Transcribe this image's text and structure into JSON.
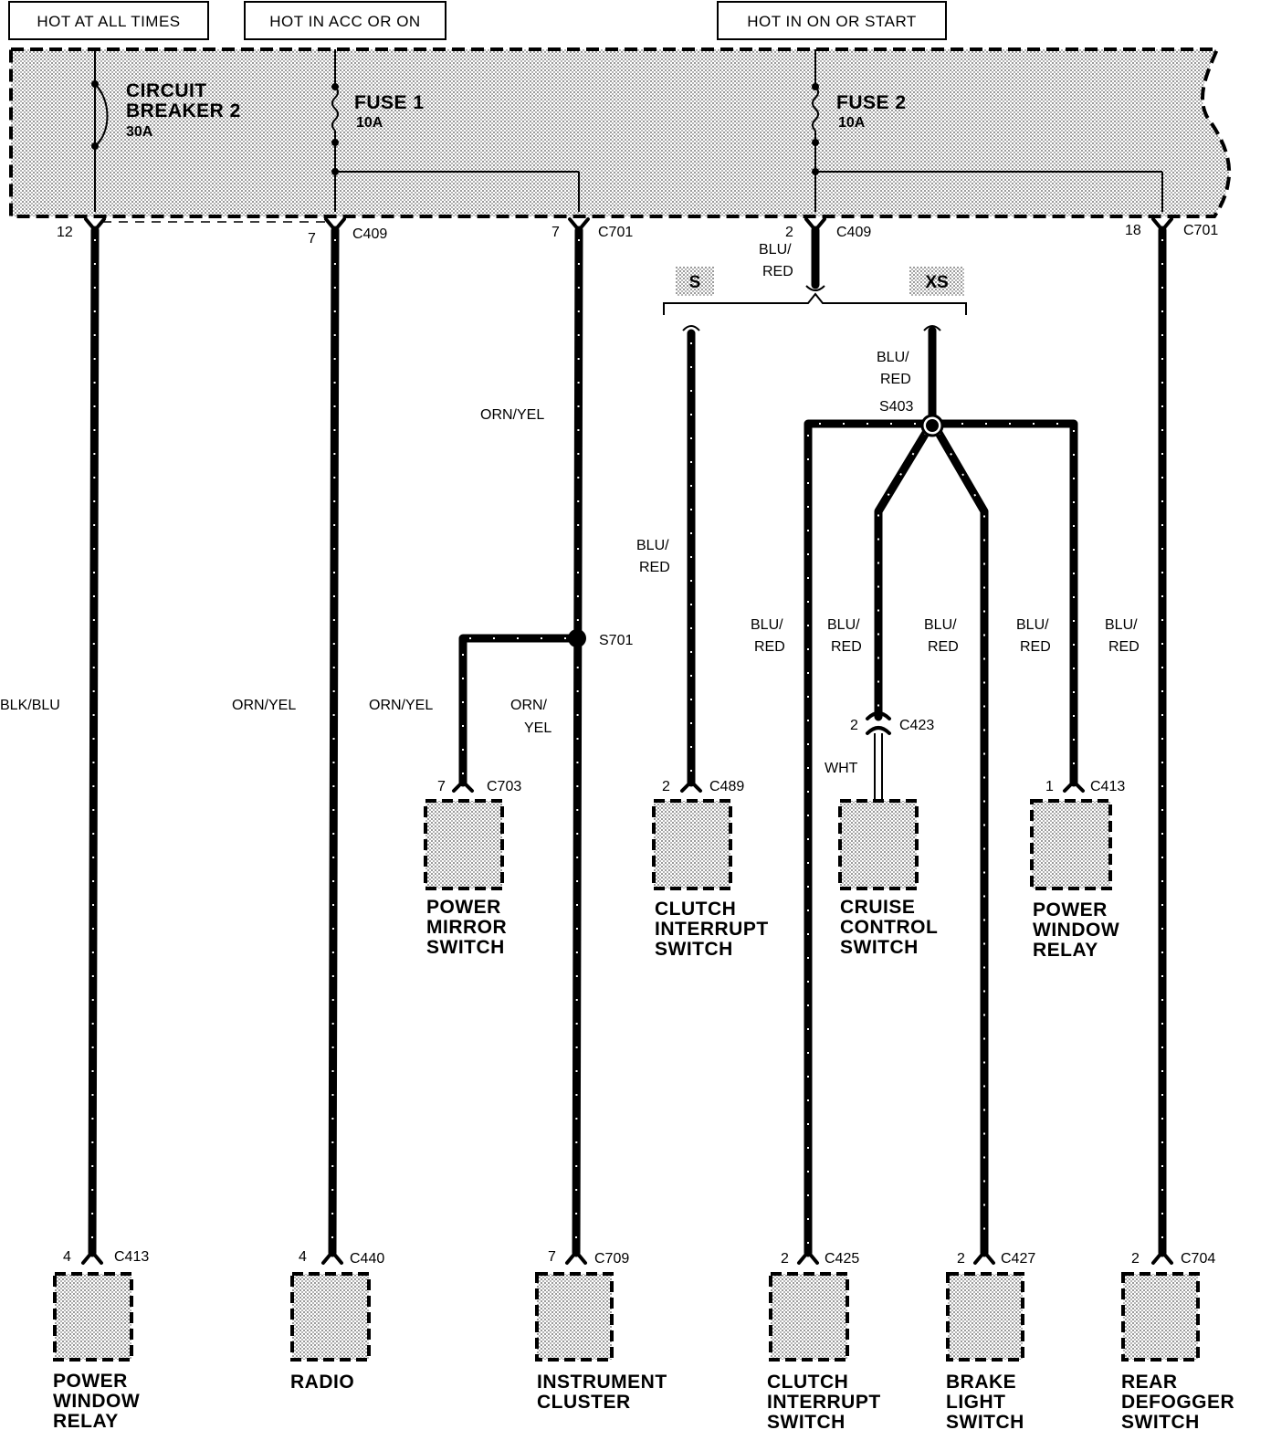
{
  "header": {
    "hot_at_all_times": "HOT AT ALL TIMES",
    "hot_in_acc_or_on": "HOT IN ACC OR ON",
    "hot_in_on_or_start": "HOT IN ON OR START"
  },
  "fuse_box": {
    "circuit_breaker_line1": "CIRCUIT",
    "circuit_breaker_line2": "BREAKER 2",
    "circuit_breaker_rating": "30A",
    "fuse1_label": "FUSE 1",
    "fuse1_rating": "10A",
    "fuse2_label": "FUSE 2",
    "fuse2_rating": "10A"
  },
  "top_connectors": {
    "c1_pin": "12",
    "c2_pin": "7",
    "c2_name": "C409",
    "c3_pin": "7",
    "c3_name": "C701",
    "c4_pin": "2",
    "c4_name": "C409",
    "c5_pin": "18",
    "c5_name": "C701"
  },
  "wire_colors": {
    "blk_blu": "BLK/BLU",
    "orn_yel_radio": "ORN/YEL",
    "orn_yel_upper": "ORN/YEL",
    "orn_yel_mirror": "ORN/YEL",
    "orn_yel_lower_1": "ORN/",
    "orn_yel_lower_2": "YEL",
    "blu_red_top_1": "BLU/",
    "blu_red_top_2": "RED",
    "blu_red_xs_1": "BLU/",
    "blu_red_xs_2": "RED",
    "blu_red_s_1": "BLU/",
    "blu_red_s_2": "RED",
    "blu_red_a_1": "BLU/",
    "blu_red_a_2": "RED",
    "blu_red_b_1": "BLU/",
    "blu_red_b_2": "RED",
    "blu_red_c_1": "BLU/",
    "blu_red_c_2": "RED",
    "blu_red_d_1": "BLU/",
    "blu_red_d_2": "RED",
    "blu_red_e_1": "BLU/",
    "blu_red_e_2": "RED",
    "wht": "WHT"
  },
  "options": {
    "s_label": "S",
    "xs_label": "XS"
  },
  "splices": {
    "s701": "S701",
    "s403": "S403"
  },
  "mid_connectors": {
    "mirror_pin": "7",
    "mirror_name": "C703",
    "clutch_pin": "2",
    "clutch_name": "C489",
    "cruise_pin": "2",
    "cruise_name": "C423",
    "relay_pin": "1",
    "relay_name": "C413"
  },
  "mid_components": {
    "mirror": [
      "POWER",
      "MIRROR",
      "SWITCH"
    ],
    "clutch": [
      "CLUTCH",
      "INTERRUPT",
      "SWITCH"
    ],
    "cruise": [
      "CRUISE",
      "CONTROL",
      "SWITCH"
    ],
    "relay": [
      "POWER",
      "WINDOW",
      "RELAY"
    ]
  },
  "bottom_connectors": {
    "b1_pin": "4",
    "b1_name": "C413",
    "b2_pin": "4",
    "b2_name": "C440",
    "b3_pin": "7",
    "b3_name": "C709",
    "b4_pin": "2",
    "b4_name": "C425",
    "b5_pin": "2",
    "b5_name": "C427",
    "b6_pin": "2",
    "b6_name": "C704"
  },
  "bottom_components": {
    "b1": [
      "POWER",
      "WINDOW",
      "RELAY"
    ],
    "b2": [
      "RADIO"
    ],
    "b3": [
      "INSTRUMENT",
      "CLUSTER"
    ],
    "b4": [
      "CLUTCH",
      "INTERRUPT",
      "SWITCH"
    ],
    "b5": [
      "BRAKE",
      "LIGHT",
      "SWITCH"
    ],
    "b6": [
      "REAR",
      "DEFOGGER",
      "SWITCH"
    ]
  }
}
